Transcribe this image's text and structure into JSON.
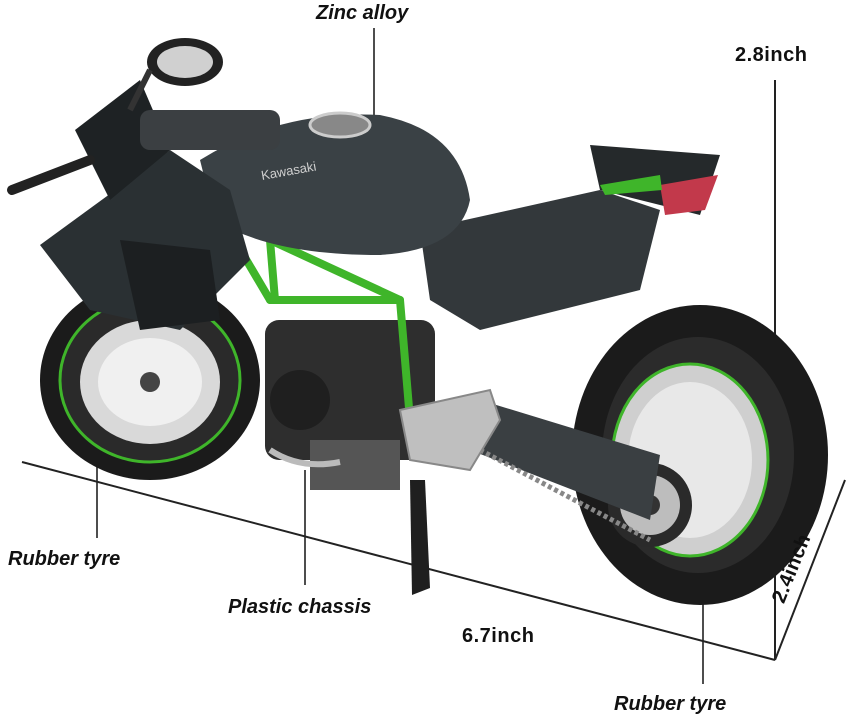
{
  "callouts": {
    "top": "Zinc alloy",
    "left_wheel": "Rubber tyre",
    "chassis": "Plastic chassis",
    "right_wheel": "Rubber tyre"
  },
  "dimensions": {
    "height": "2.8inch",
    "length": "6.7inch",
    "width": "2.4inch"
  },
  "tank_brand": "Kawasaki",
  "colors": {
    "frame_green": "#3fb52a",
    "body_dark": "#2a3033",
    "tire": "#1b1b1b",
    "line": "#222222"
  }
}
